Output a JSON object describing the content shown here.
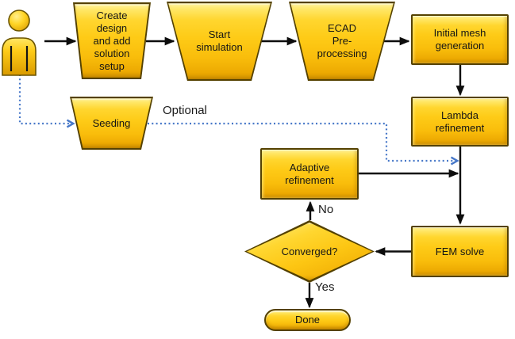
{
  "nodes": {
    "create_design": {
      "label": "Create\ndesign\nand add\nsolution\nsetup"
    },
    "start_simulation": {
      "label": "Start\nsimulation"
    },
    "ecad_preprocessing": {
      "label": "ECAD\nPre-\nprocessing"
    },
    "initial_mesh_generation": {
      "label": "Initial mesh\ngeneration"
    },
    "seeding": {
      "label": "Seeding"
    },
    "lambda_refinement": {
      "label": "Lambda\nrefinement"
    },
    "adaptive_refinement": {
      "label": "Adaptive\nrefinement"
    },
    "fem_solve": {
      "label": "FEM solve"
    },
    "converged": {
      "label": "Converged?"
    },
    "done": {
      "label": "Done"
    }
  },
  "edge_labels": {
    "optional": "Optional",
    "no": "No",
    "yes": "Yes"
  },
  "icons": {
    "person": "person-icon"
  },
  "colors": {
    "node_fill": "#FDC613",
    "node_highlight": "#FFE767",
    "node_border": "#544100",
    "connector": "#0D0D0D",
    "optional_connector": "#4677C8",
    "text": "#151515"
  }
}
